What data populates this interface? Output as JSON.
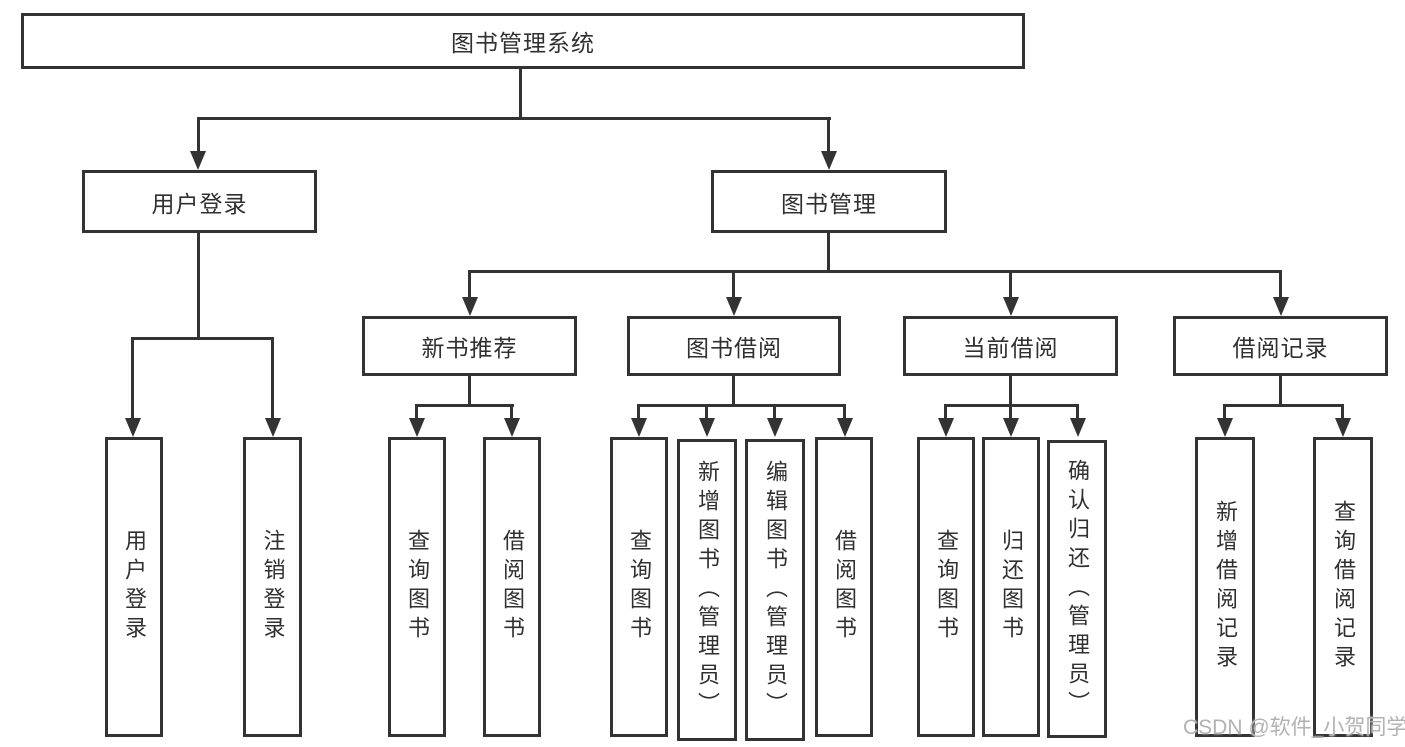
{
  "colors": {
    "line": "#333333",
    "text": "#303030",
    "background": "#ffffff",
    "watermark": "#b2b2b2"
  },
  "tree": {
    "root": {
      "label": "图书管理系统",
      "children": [
        {
          "label": "用户登录",
          "children": [
            {
              "label": "用户登录"
            },
            {
              "label": "注销登录"
            }
          ]
        },
        {
          "label": "图书管理",
          "children": [
            {
              "label": "新书推荐",
              "children": [
                {
                  "label": "查询图书"
                },
                {
                  "label": "借阅图书"
                }
              ]
            },
            {
              "label": "图书借阅",
              "children": [
                {
                  "label": "查询图书"
                },
                {
                  "label": "新增图书（管理员）"
                },
                {
                  "label": "编辑图书（管理员）"
                },
                {
                  "label": "借阅图书"
                }
              ]
            },
            {
              "label": "当前借阅",
              "children": [
                {
                  "label": "查询图书"
                },
                {
                  "label": "归还图书"
                },
                {
                  "label": "确认归还（管理员）"
                }
              ]
            },
            {
              "label": "借阅记录",
              "children": [
                {
                  "label": "新增借阅记录"
                },
                {
                  "label": "查询借阅记录"
                }
              ]
            }
          ]
        }
      ]
    }
  },
  "watermark": {
    "text": "CSDN @软件_小贺同学"
  }
}
